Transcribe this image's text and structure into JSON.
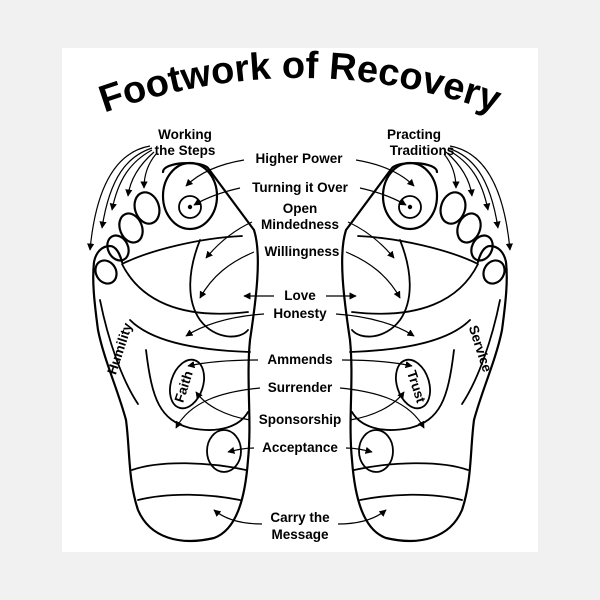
{
  "diagram": {
    "title": "Footwork of Recovery",
    "labels": {
      "working_line1": "Working",
      "working_line2": "the Steps",
      "practing_line1": "Practing",
      "practing_line2": "Traditions",
      "higher_power": "Higher Power",
      "turning": "Turning it Over",
      "open_line1": "Open",
      "open_line2": "Mindedness",
      "willingness": "Willingness",
      "love": "Love",
      "honesty": "Honesty",
      "ammends": "Ammends",
      "surrender": "Surrender",
      "sponsorship": "Sponsorship",
      "acceptance": "Acceptance",
      "carry_line1": "Carry the",
      "carry_line2": "Message",
      "humility": "Humility",
      "faith": "Faith",
      "trust": "Trust",
      "service": "Service"
    },
    "colors": {
      "ink": "#000000",
      "paper": "#ffffff",
      "backdrop": "#f1f1f1"
    }
  }
}
